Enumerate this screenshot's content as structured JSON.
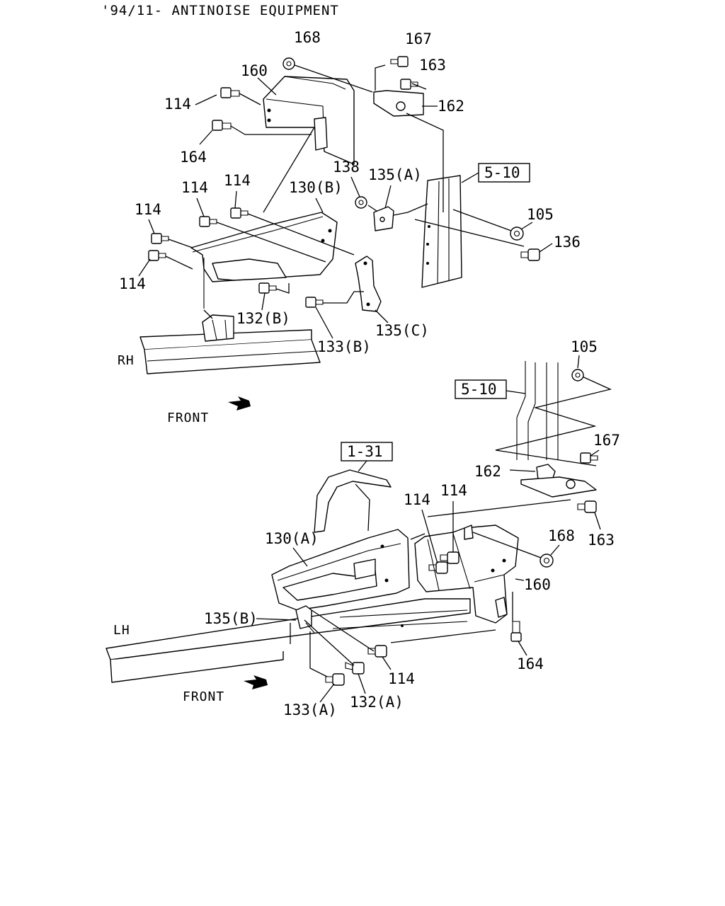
{
  "title": "'94/11- ANTINOISE EQUIPMENT",
  "upper": {
    "side": "RH",
    "front": "FRONT",
    "ref": "5-10",
    "labels": {
      "p168": "168",
      "p167": "167",
      "p163": "163",
      "p162": "162",
      "p160": "160",
      "p114a": "114",
      "p164": "164",
      "p138": "138",
      "p135a": "135(A)",
      "p114b": "114",
      "p114c": "114",
      "p130b": "130(B)",
      "p114d": "114",
      "p105": "105",
      "p136": "136",
      "p114e": "114",
      "p132b": "132(B)",
      "p133b": "133(B)",
      "p135c": "135(C)"
    }
  },
  "lower": {
    "side": "LH",
    "front": "FRONT",
    "ref_a": "5-10",
    "ref_b": "1-31",
    "labels": {
      "p105": "105",
      "p167": "167",
      "p162": "162",
      "p114a": "114",
      "p114b": "114",
      "p130a": "130(A)",
      "p168": "168",
      "p163": "163",
      "p160": "160",
      "p135b": "135(B)",
      "p164": "164",
      "p114c": "114",
      "p132a": "132(A)",
      "p133a": "133(A)"
    }
  }
}
